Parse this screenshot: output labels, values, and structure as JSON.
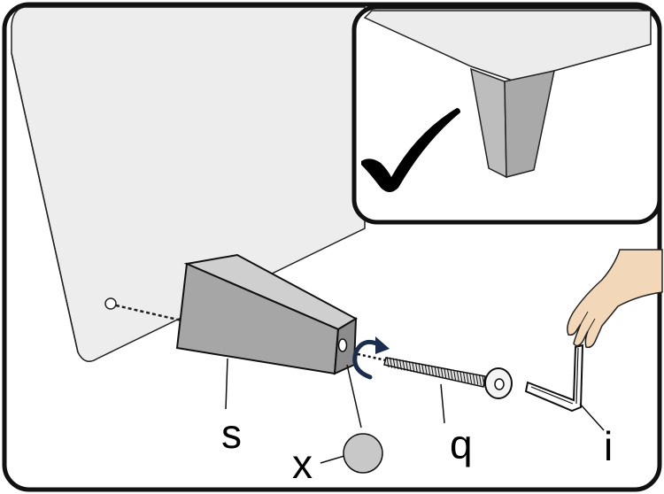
{
  "labels": {
    "leg": "s",
    "cap": "x",
    "bolt": "q",
    "key": "i"
  },
  "colors": {
    "panel_fill": "#ededed",
    "leg_front": "#a6a6a6",
    "leg_top": "#cfcfcf",
    "leg_side": "#8c8c8c",
    "cap_fill": "#c8c8c8",
    "bolt_fill": "#e2e2e2",
    "hand_fill": "#f2d7b8",
    "rotate_arrow": "#1a2d4d",
    "outline": "#111111"
  },
  "inset": {
    "status": "correct",
    "icon": "checkmark-icon"
  },
  "icons": {
    "rotate": "rotate-clockwise-arrow-icon",
    "hand": "hand-icon",
    "hex_key": "hex-key-icon"
  }
}
